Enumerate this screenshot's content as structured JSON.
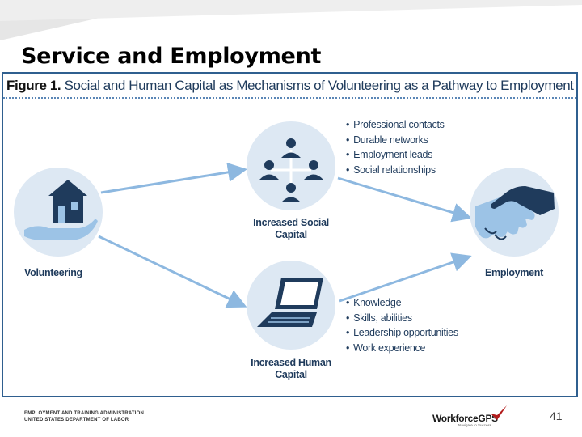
{
  "slide": {
    "title": "Service and Employment",
    "page_number": "41"
  },
  "figure": {
    "label": "Figure 1.",
    "caption": "Social and Human Capital as Mechanisms of Volunteering as a Pathway to Employment"
  },
  "nodes": {
    "volunteering": "Volunteering",
    "social_line1": "Increased Social",
    "social_line2": "Capital",
    "human_line1": "Increased Human",
    "human_line2": "Capital",
    "employment": "Employment"
  },
  "social_bullets": [
    "Professional contacts",
    "Durable networks",
    "Employment leads",
    "Social relationships"
  ],
  "human_bullets": [
    "Knowledge",
    "Skills, abilities",
    "Leadership opportunities",
    "Work experience"
  ],
  "footer": {
    "agency_line1": "EMPLOYMENT AND TRAINING ADMINISTRATION",
    "agency_line2": "UNITED STATES DEPARTMENT OF LABOR",
    "logo_text": "WorkforceGPS",
    "logo_subtext": "Navigate to Success"
  },
  "colors": {
    "circle_fill": "#dde8f3",
    "arrow": "#8db8e0",
    "icon_dark": "#1f3b5c",
    "icon_light": "#9cc3e6",
    "frame": "#2f5f8f"
  }
}
